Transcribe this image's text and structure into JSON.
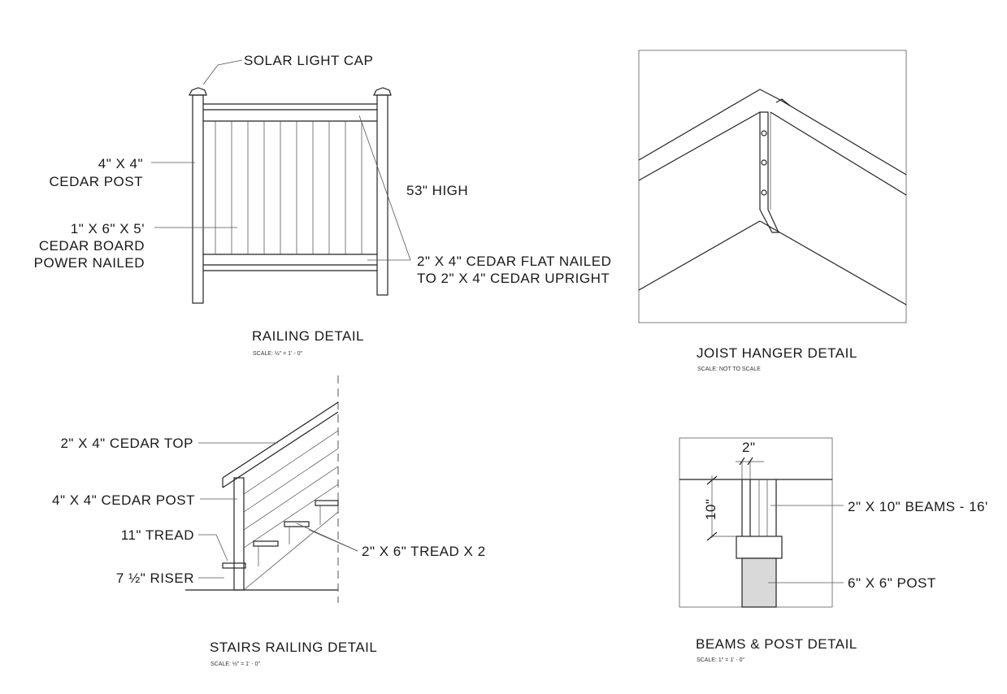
{
  "railing": {
    "title": "RAILING DETAIL",
    "scale": "SCALE: ½\" = 1' - 0\"",
    "solar_cap": "SOLAR LIGHT CAP",
    "post_l1": "4\" X 4\"",
    "post_l2": "CEDAR POST",
    "board_l1": "1\" X 6\" X 5'",
    "board_l2": "CEDAR BOARD",
    "board_l3": "POWER NAILED",
    "height": "53\" HIGH",
    "flat_l1": "2\" X 4\" CEDAR FLAT NAILED",
    "flat_l2": "TO 2\" X 4\" CEDAR UPRIGHT"
  },
  "joist": {
    "title": "JOIST HANGER DETAIL",
    "scale": "SCALE: NOT TO SCALE"
  },
  "stairs": {
    "title": "STAIRS RAILING DETAIL",
    "scale": "SCALE: ½\" = 1' - 0\"",
    "top": "2\" X 4\" CEDAR TOP",
    "post": "4\" X 4\" CEDAR POST",
    "tread": "11\" TREAD",
    "riser": "7 ½\" RISER",
    "tread2": "2\" X 6\" TREAD X 2"
  },
  "beams": {
    "title": "BEAMS & POST DETAIL",
    "scale": "SCALE: 1\" = 1' - 0\"",
    "dim_2": "2\"",
    "dim_10": "10\"",
    "beams": "2\" X 10\" BEAMS - 16'",
    "post": "6\" X 6\" POST"
  },
  "colors": {
    "line": "#222222",
    "post_fill": "#d9d9d9"
  }
}
